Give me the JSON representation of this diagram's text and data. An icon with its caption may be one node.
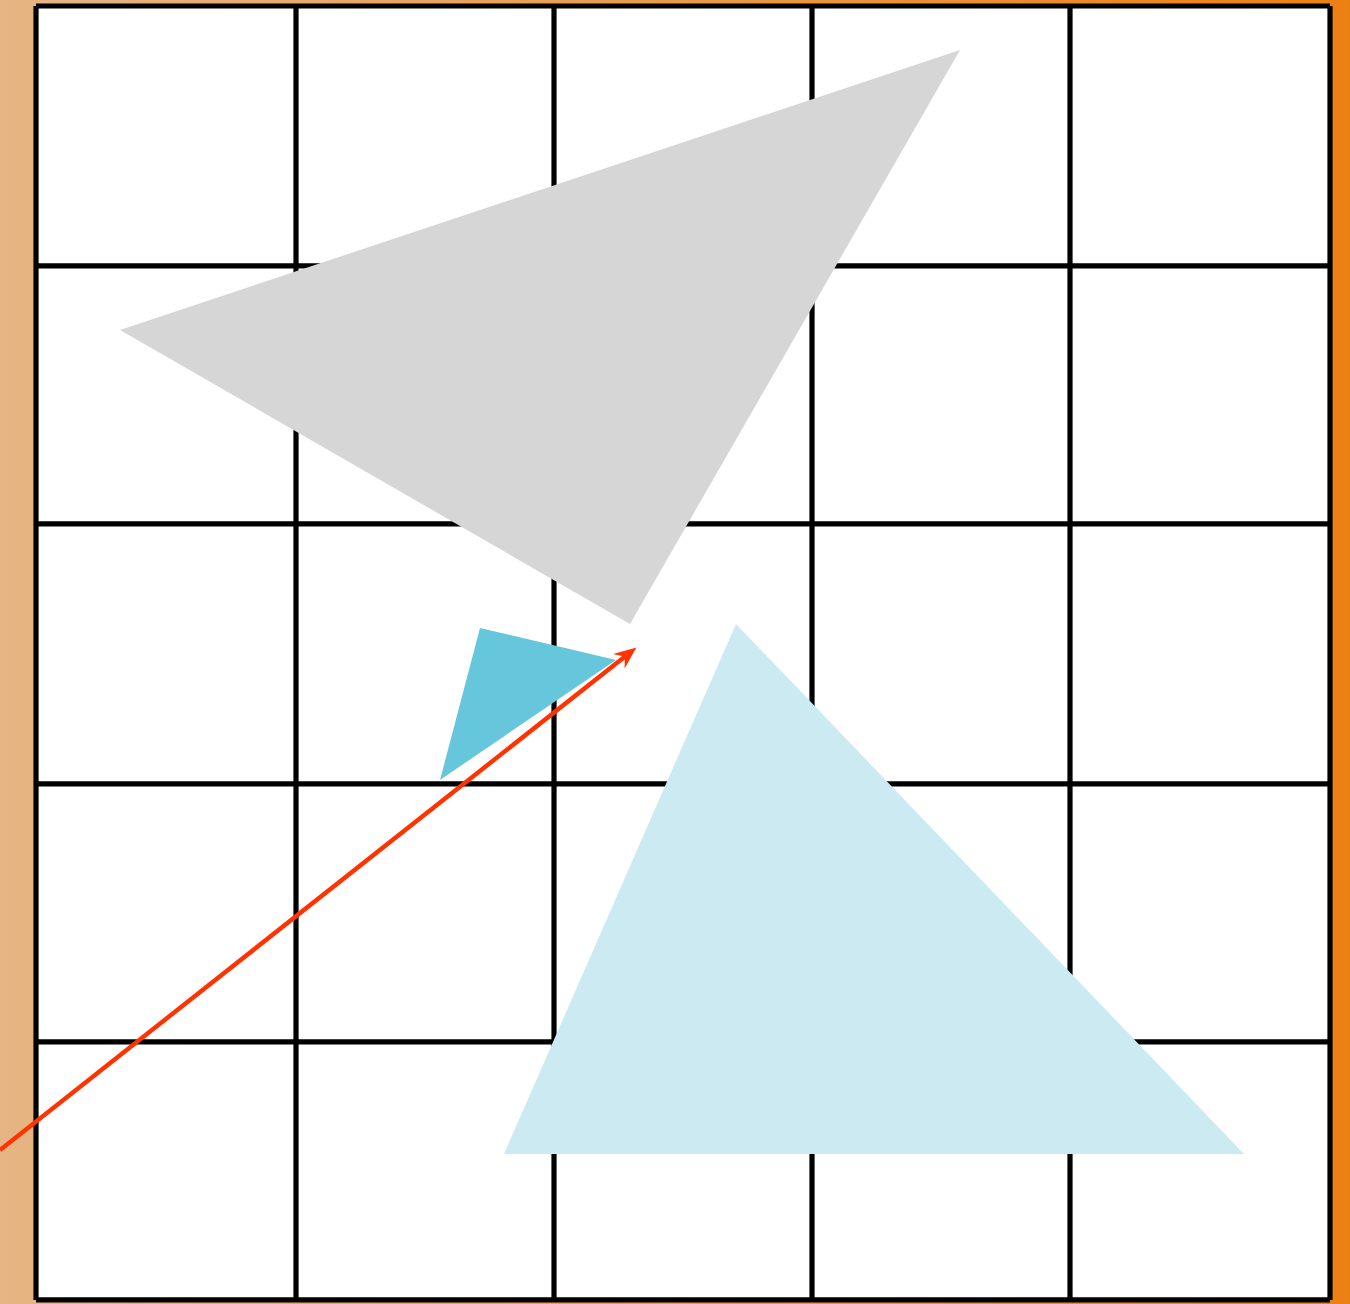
{
  "diagram": {
    "nodes": [
      {
        "text": [],
        "shape": "triangle"
      },
      {
        "text": [],
        "shape": "triangle"
      },
      {
        "text": [],
        "shape": "triangle"
      }
    ],
    "edges": [
      {
        "from": null,
        "to": 1,
        "arrow": "to",
        "color": "#ff3300"
      }
    ]
  }
}
